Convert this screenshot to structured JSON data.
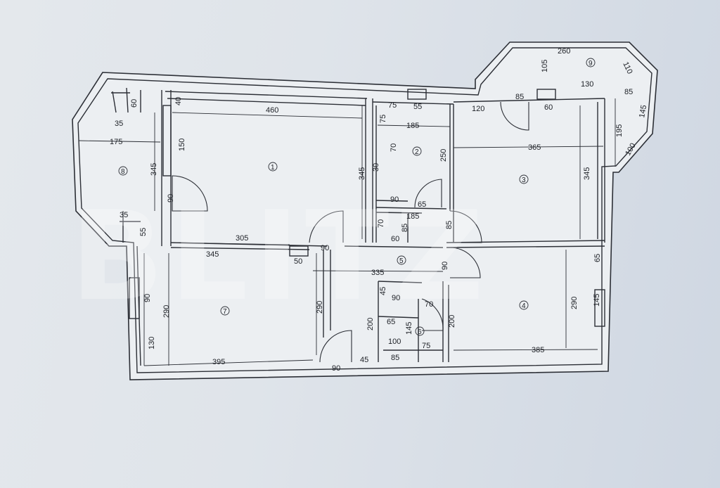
{
  "watermark": "BLITZ",
  "rooms": [
    "1",
    "2",
    "3",
    "4",
    "5",
    "6",
    "7",
    "8",
    "9"
  ],
  "dimensions": {
    "d460": "460",
    "d40": "40",
    "d60": "60",
    "d35a": "35",
    "d175": "175",
    "d150": "150",
    "d345a": "345",
    "d90a": "90",
    "d35b": "35",
    "d55a": "55",
    "d305": "305",
    "d345b": "345",
    "d345c": "345",
    "d50": "50",
    "d90b": "90",
    "d75": "75",
    "d55b": "55",
    "d185a": "185",
    "d70a": "70",
    "d30": "30",
    "d250": "250",
    "d90c": "90",
    "d65a": "65",
    "d185b": "185",
    "d70b": "70",
    "d85a": "85",
    "d60b": "60",
    "d85b": "85",
    "d335": "335",
    "d90d": "90",
    "d120": "120",
    "d85c": "85",
    "d60c": "60",
    "d130a": "130",
    "d85d": "85",
    "d145a": "145",
    "d105": "105",
    "d260": "260",
    "d110": "110",
    "d195": "195",
    "d100a": "100",
    "d365": "365",
    "d345d": "345",
    "d65b": "65",
    "d290a": "290",
    "d145b": "145",
    "d385": "385",
    "d200a": "200",
    "d45a": "45",
    "d90e": "90",
    "d70c": "70",
    "d65c": "65",
    "d145c": "145",
    "d100b": "100",
    "d75b": "75",
    "d85e": "85",
    "d200b": "200",
    "d290b": "290",
    "d290c": "290",
    "d90f": "90",
    "d130b": "130",
    "d395": "395",
    "d90g": "90",
    "d45b": "45"
  }
}
